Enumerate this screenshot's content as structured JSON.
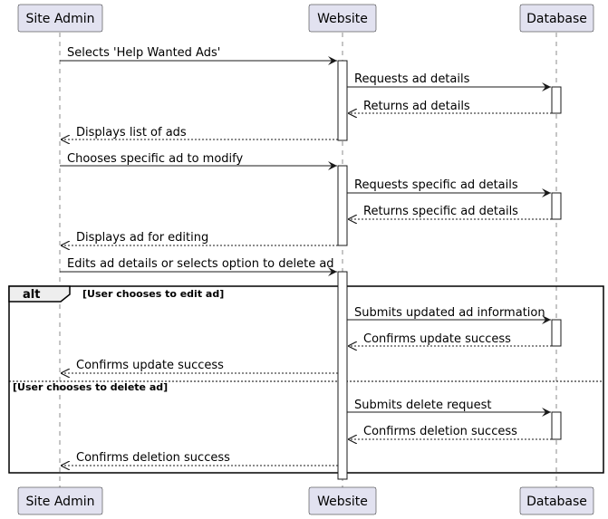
{
  "participants": [
    "Site Admin",
    "Website",
    "Database"
  ],
  "messages": [
    "Selects 'Help Wanted Ads'",
    "Requests ad details",
    "Returns ad details",
    "Displays list of ads",
    "Chooses specific ad to modify",
    "Requests specific ad details",
    "Returns specific ad details",
    "Displays ad for editing",
    "Edits ad details or selects option to delete ad",
    "Submits updated ad information",
    "Confirms update success",
    "Confirms update success",
    "Submits delete request",
    "Confirms deletion success",
    "Confirms deletion success"
  ],
  "fragment": {
    "keyword": "alt",
    "guard_1": "[User chooses to edit ad]",
    "guard_2": "[User chooses to delete ad]"
  }
}
